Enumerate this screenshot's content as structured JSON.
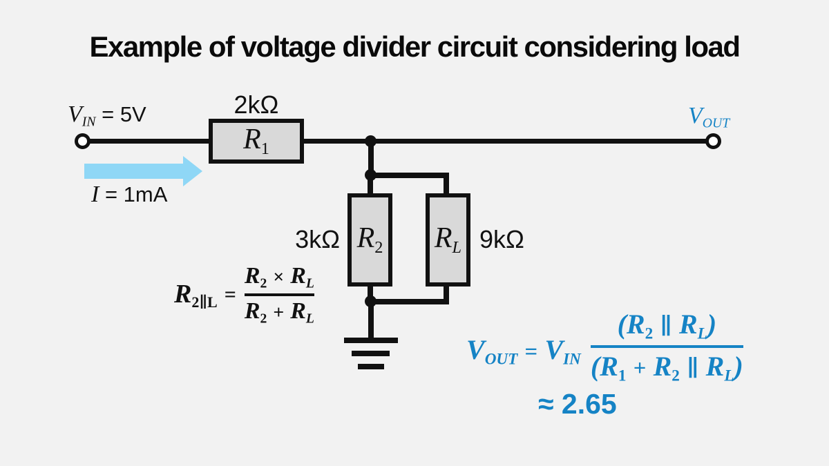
{
  "title": "Example of voltage divider circuit considering load",
  "colors": {
    "background": "#f2f2f2",
    "accent_blue": "#1583c5",
    "arrow_light_blue": "#8fd7f6",
    "wire_black": "#111111",
    "resistor_fill": "#d9d9d9"
  },
  "source": {
    "v": "V",
    "v_sub": "IN",
    "value": " = 5V"
  },
  "current": {
    "i": "I",
    "value": " = 1mA"
  },
  "output": {
    "v": "V",
    "v_sub": "OUT"
  },
  "resistors": {
    "r1": {
      "name": "R",
      "sub": "1",
      "value": "2kΩ"
    },
    "r2": {
      "name": "R",
      "sub": "2",
      "value": "3kΩ"
    },
    "rl": {
      "name": "R",
      "sub": "L",
      "value": "9kΩ"
    }
  },
  "parallel_formula": {
    "lhs": "R",
    "lhs_sub": "2∥L",
    "eq": "=",
    "num": [
      "R",
      "2",
      " × ",
      "R",
      "L"
    ],
    "den": [
      "R",
      "2",
      " + ",
      "R",
      "L"
    ]
  },
  "vout_formula": {
    "lhs": [
      "V",
      "OUT",
      " = ",
      "V",
      "IN"
    ],
    "num": [
      "(R",
      "2",
      " ∥ ",
      "R",
      "L",
      ")"
    ],
    "den": [
      "(R",
      "1",
      " + ",
      "R",
      "2",
      " ∥ ",
      "R",
      "L",
      ")"
    ],
    "result": "≈ 2.65"
  }
}
